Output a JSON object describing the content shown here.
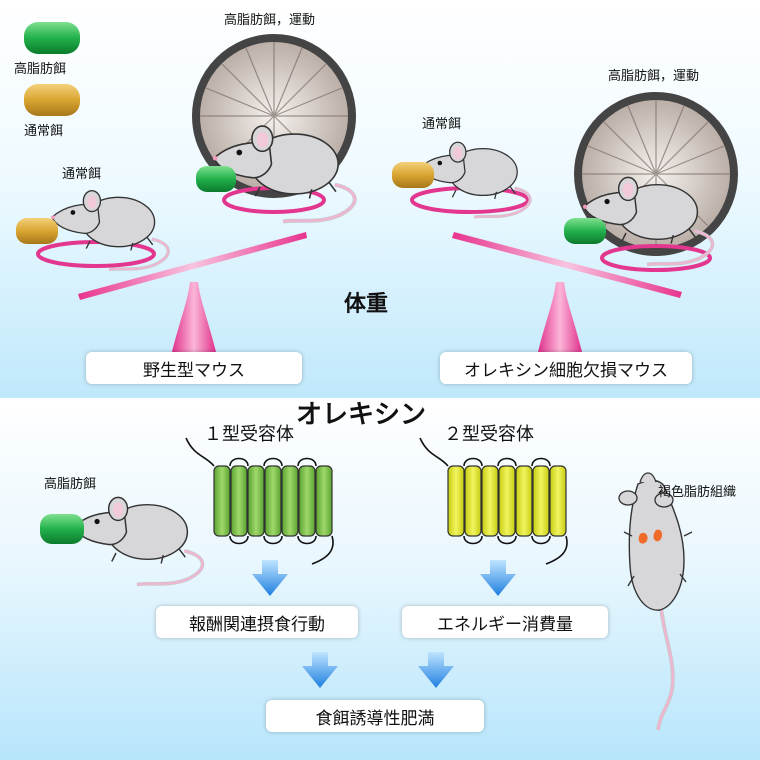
{
  "legend": {
    "high_fat_label": "高脂肪餌",
    "normal_label": "通常餌",
    "high_fat_color": "#22b14c",
    "normal_color": "#d9a531"
  },
  "top": {
    "left_normal_label": "通常餌",
    "left_wheel_label": "高脂肪餌，運動",
    "right_normal_label": "通常餌",
    "right_wheel_label": "高脂肪餌，運動",
    "center_label": "体重",
    "wildtype_label": "野生型マウス",
    "knockout_label": "オレキシン細胞欠損マウス"
  },
  "bottom": {
    "title": "オレキシン",
    "high_fat_label": "高脂肪餌",
    "receptor1_label": "１型受容体",
    "receptor2_label": "２型受容体",
    "bat_label": "褐色脂肪組織",
    "reward_label": "報酬関連摂食行動",
    "energy_label": "エネルギー消費量",
    "obesity_label": "食餌誘導性肥満"
  },
  "colors": {
    "receptor1": "#7cc04a",
    "receptor2": "#dde21c",
    "arrow": "#2f8be6",
    "seesaw": "#e2368f",
    "mouse": "#d7d7d9"
  }
}
